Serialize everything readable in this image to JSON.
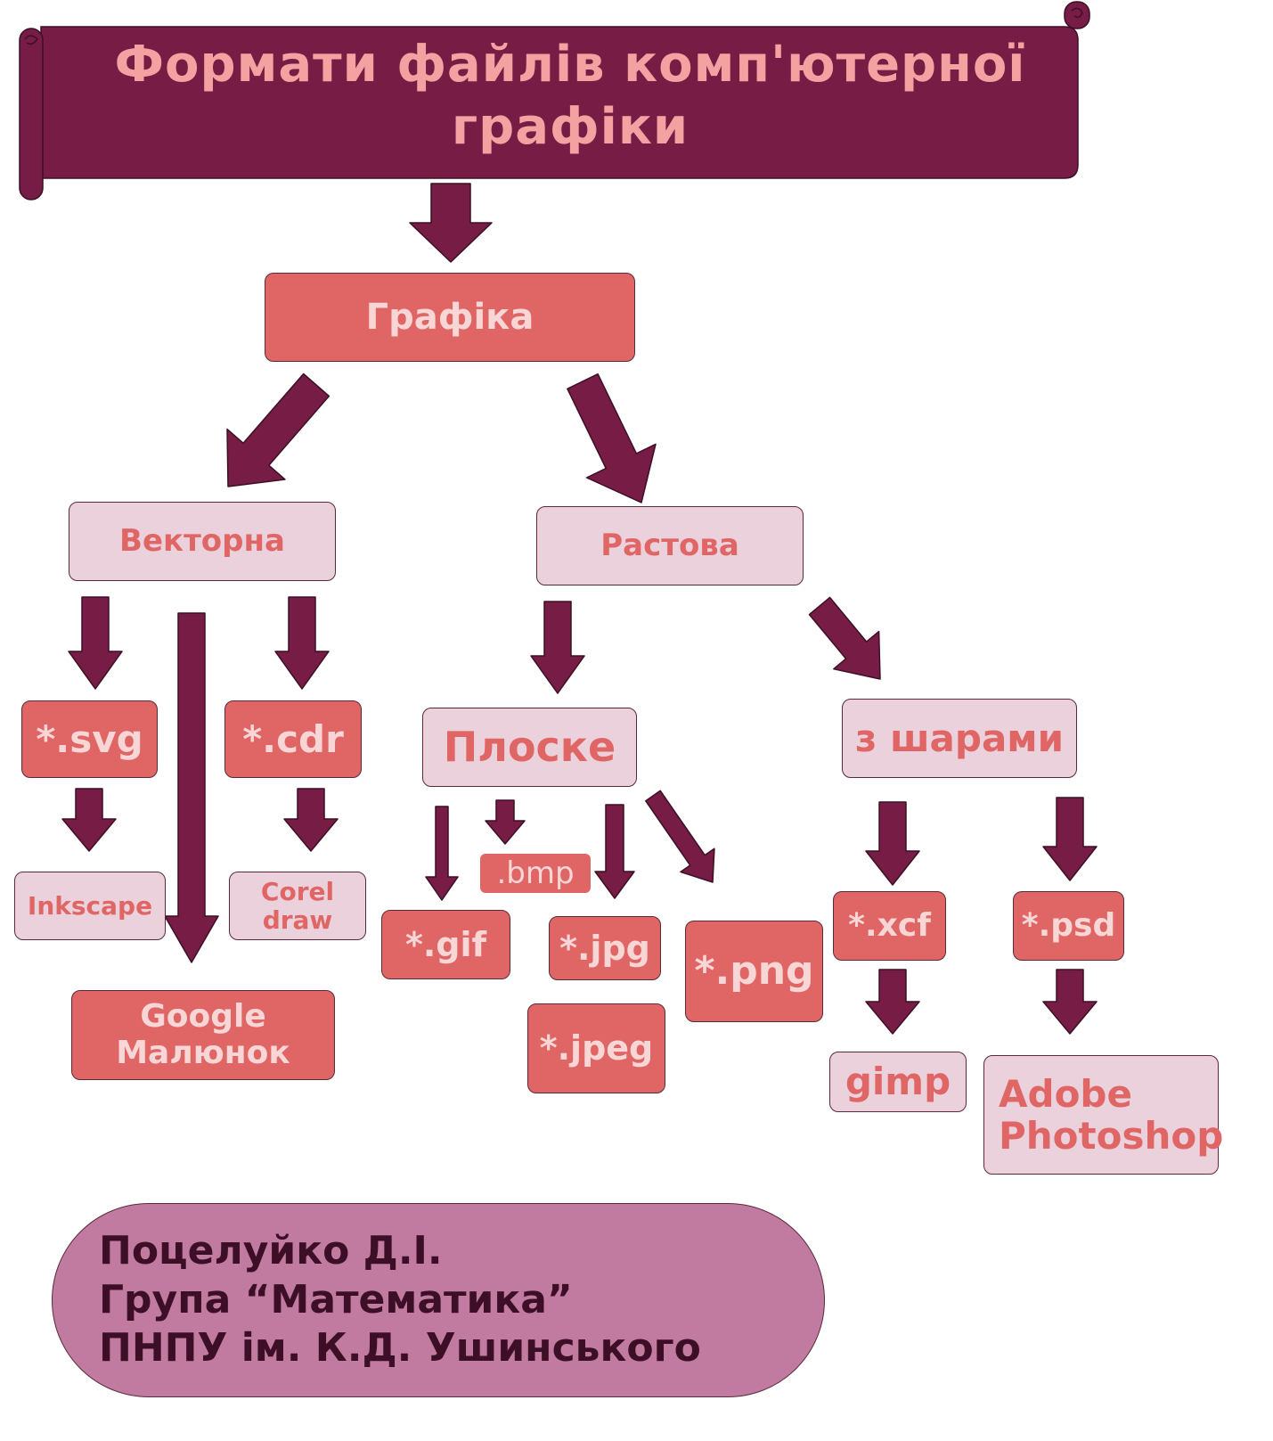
{
  "title": "Формати файлів комп'ютерної графіки",
  "nodes": {
    "grafika": "Графіка",
    "vektorna": "Векторна",
    "rastova": "Растова",
    "svg": "*.svg",
    "cdr": "*.cdr",
    "inkscape": "Inkscape",
    "corel_1": "Corel",
    "corel_2": "draw",
    "google_1": "Google",
    "google_2": "Малюнок",
    "ploske": "Плоске",
    "z_sharamy": "з шарами",
    "bmp": ".bmp",
    "gif": "*.gif",
    "jpg": "*.jpg",
    "jpeg": "*.jpeg",
    "png": "*.png",
    "xcf": "*.xcf",
    "psd": "*.psd",
    "gimp": "gimp",
    "adobe_1": "Adobe",
    "adobe_2": "Photoshop"
  },
  "author": {
    "name": "Поцелуйко Д.І.",
    "group": "Група “Математика”",
    "university": "ПНПУ ім. К.Д. Ушинського"
  },
  "colors": {
    "banner": "#761c45",
    "arrow": "#761c45",
    "box_dark": "#e06666",
    "box_light": "#ead1dc",
    "author_bg": "#c27ba0"
  }
}
